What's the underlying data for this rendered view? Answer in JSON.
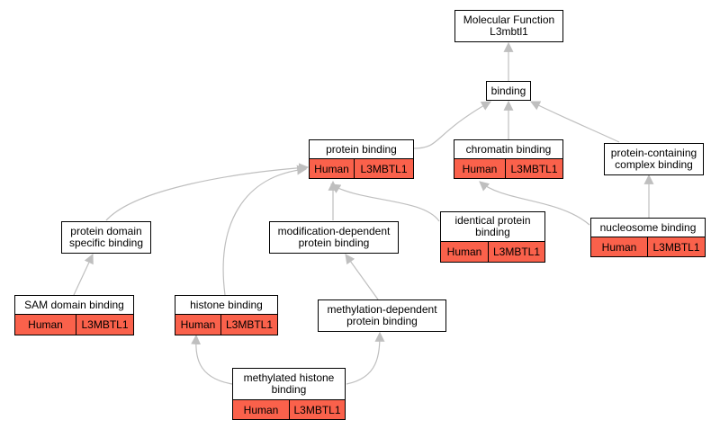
{
  "colors": {
    "edge": "#bfbfbf",
    "annotation_fill": "#fa614b",
    "node_fill": "#ffffff",
    "border": "#000000"
  },
  "nodes": {
    "mf": {
      "label": "Molecular Function\nL3mbtl1"
    },
    "bind": {
      "label": "binding"
    },
    "pb": {
      "label": "protein binding",
      "species": "Human",
      "gene": "L3MBTL1"
    },
    "cb": {
      "label": "chromatin binding",
      "species": "Human",
      "gene": "L3MBTL1"
    },
    "pcc": {
      "label": "protein-containing\ncomplex binding"
    },
    "pds": {
      "label": "protein domain\nspecific binding"
    },
    "mod": {
      "label": "modification-dependent\nprotein binding"
    },
    "ipb": {
      "label": "identical protein\nbinding",
      "species": "Human",
      "gene": "L3MBTL1"
    },
    "nuc": {
      "label": "nucleosome binding",
      "species": "Human",
      "gene": "L3MBTL1"
    },
    "sam": {
      "label": "SAM domain binding",
      "species": "Human",
      "gene": "L3MBTL1"
    },
    "hist": {
      "label": "histone binding",
      "species": "Human",
      "gene": "L3MBTL1"
    },
    "meth": {
      "label": "methylation-dependent\nprotein binding"
    },
    "mhb": {
      "label": "methylated histone\nbinding",
      "species": "Human",
      "gene": "L3MBTL1"
    }
  }
}
